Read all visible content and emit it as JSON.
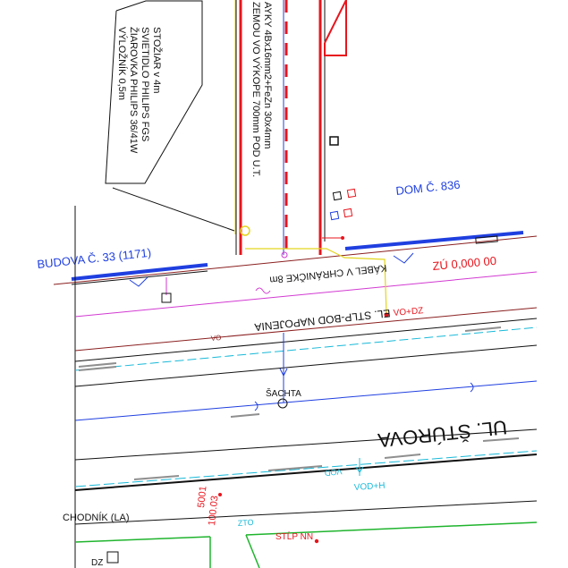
{
  "colors": {
    "red": "#e8141c",
    "blue": "#1f3fe0",
    "black": "#111111",
    "magenta": "#d23ad2",
    "cyan": "#18b9d8",
    "green": "#1fb42d",
    "yellow": "#e3d51e",
    "brown": "#8a1f1f",
    "gray": "#8f8f8f"
  },
  "labels": {
    "lamp_note": [
      "STOŽIAR v 4m",
      "SVIETIDLO PHILIPS FGS",
      "ŽIAROVKA PHILIPS 36/41W",
      "VÝLOŽNÍK 0,5m"
    ],
    "cable_note": [
      "AYKY 4Bx16mm2+FeZn 30x4mm",
      "ZEMOU VO VÝKOPE 700mm POD U.T."
    ],
    "house": "DOM Č. 836",
    "building": "BUDOVA Č. 33 (1171)",
    "protective_pipe": "KÁBEL V CHRÁNIČKE 8m",
    "level_zero": "ZÚ 0,000 00",
    "feed_point": "EL. STLP-BOD NAPOJENIA",
    "vo_dz": "VO+DZ",
    "vo_small": "VO",
    "shaft": "ŠACHTA",
    "street": "UL. ŠTÚROVA",
    "vod": "VOD",
    "vod_h": "VOD+H",
    "sidewalk": "CHODNÍK (LA)",
    "level_point": "5001",
    "level_value": "100.03",
    "dz": "DZ",
    "nn_pole": "STĹP NN",
    "green_label": "ZTO"
  }
}
